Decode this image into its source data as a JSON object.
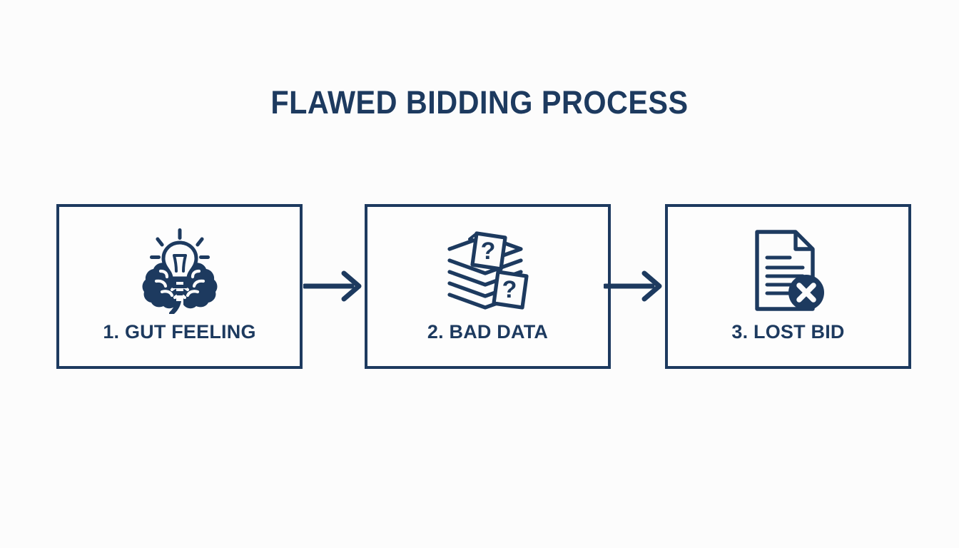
{
  "slide": {
    "title": "FLAWED BIDDING PROCESS",
    "background_color": "#fcfcfc",
    "accent_color": "#1d3a5f"
  },
  "chart_data": {
    "type": "diagram",
    "diagram_type": "linear-process-flow",
    "title": "FLAWED BIDDING PROCESS",
    "direction": "left-to-right",
    "step_count": 3,
    "connector": "arrow",
    "steps": [
      {
        "number": "1",
        "label": "1. GUT FEELING",
        "icon": "brain-lightbulb-icon",
        "icon_description": "brain with lightbulb and rays"
      },
      {
        "number": "2",
        "label": "2. BAD DATA",
        "icon": "paper-stack-question-icon",
        "icon_description": "stack of papers with question mark sheets"
      },
      {
        "number": "3",
        "label": "3. LOST BID",
        "icon": "document-x-icon",
        "icon_description": "document with circled X badge"
      }
    ],
    "connectors": [
      {
        "from": "1. GUT FEELING",
        "to": "2. BAD DATA",
        "icon": "arrow-right-icon"
      },
      {
        "from": "2. BAD DATA",
        "to": "3. LOST BID",
        "icon": "arrow-right-icon"
      }
    ]
  }
}
